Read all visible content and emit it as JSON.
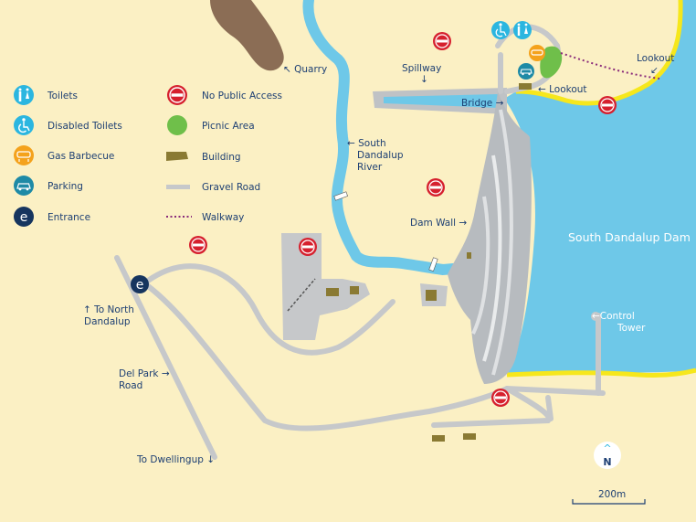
{
  "legend": {
    "toilets": "Toilets",
    "disabled_toilets": "Disabled Toilets",
    "gas_barbecue": "Gas Barbecue",
    "parking": "Parking",
    "entrance": "Entrance",
    "no_public_access": "No Public Access",
    "picnic_area": "Picnic Area",
    "building": "Building",
    "gravel_road": "Gravel Road",
    "walkway": "Walkway"
  },
  "labels": {
    "quarry": "↖ Quarry",
    "spillway": "Spillway",
    "spillway_arrow": "↓",
    "bridge": "Bridge →",
    "lookout_east": "Lookout",
    "lookout_east_arrow": "↙",
    "lookout_west": "← Lookout",
    "river_1": "← South",
    "river_2": "Dandalup",
    "river_3": "River",
    "dam_wall": "Dam Wall →",
    "dam": "South Dandalup Dam",
    "control_1": "←Control",
    "control_2": "Tower",
    "north_dandalup_1": "↑ To North",
    "north_dandalup_2": "Dandalup",
    "del_park_1": "Del Park →",
    "del_park_2": "Road",
    "dwellingup": "To Dwellingup ↓",
    "entrance_letter": "e",
    "compass_letter": "N",
    "compass_arrow": "^",
    "scale": "200m"
  },
  "colors": {
    "land": "#fbf0c4",
    "water": "#6ec8e8",
    "shore": "#f6e71c",
    "road": "#c6c8ca",
    "quarry": "#8b6d55",
    "building": "#8a7a33",
    "picnic": "#6fbf4a",
    "no_access": "#d6202e",
    "toilet": "#2bb6e0",
    "barbecue": "#f4a21c",
    "parking": "#1e8aa6",
    "entrance": "#16355f",
    "walkway": "#8a2b7a",
    "text": "#1d3f73"
  },
  "icons": {
    "toilets": "toilets-icon",
    "disabled_toilets": "wheelchair-icon",
    "gas_barbecue": "barbecue-icon",
    "parking": "car-icon",
    "entrance": "entrance-icon",
    "no_public_access": "no-entry-icon",
    "picnic_area": "picnic-icon",
    "building": "building-icon",
    "gravel_road": "road-icon",
    "walkway": "walkway-icon"
  }
}
